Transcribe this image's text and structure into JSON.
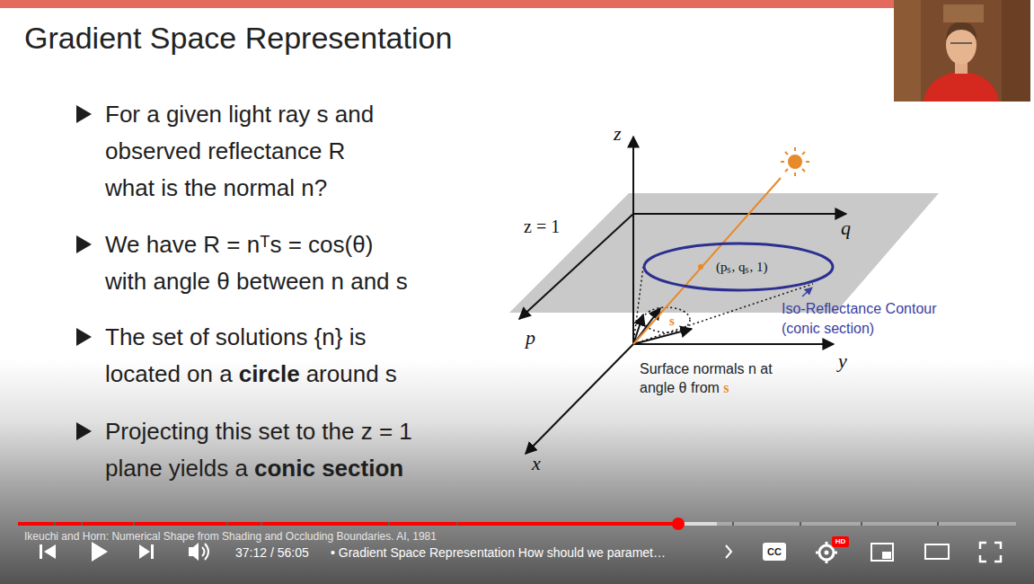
{
  "diagram": {
    "title": "Gradient Space Representation",
    "nodes": [
      {
        "text": [
          "(pₛ, qₛ, 1)"
        ]
      }
    ],
    "labels": [
      "For a given light ray s and observed reflectance R what is the normal n?",
      "We have R = nᵀs = cos(θ) with angle θ between n and s",
      "The set of solutions {n} is located on a",
      "circle",
      "around s",
      "Projecting this set to the z = 1 plane yields a",
      "conic section",
      "z",
      "q",
      "z = 1",
      "p",
      "y",
      "x",
      "Iso-Reflectance Contour (conic section)",
      "Surface normals n at angle θ from",
      "s",
      "s",
      "Ikeuchi and Horn: Numerical Shape from Shading and Occluding Boundaries. AI, 1981",
      "37:12 / 56:05",
      "• Gradient Space Representation How should we paramet…",
      "CC",
      "HD"
    ]
  }
}
